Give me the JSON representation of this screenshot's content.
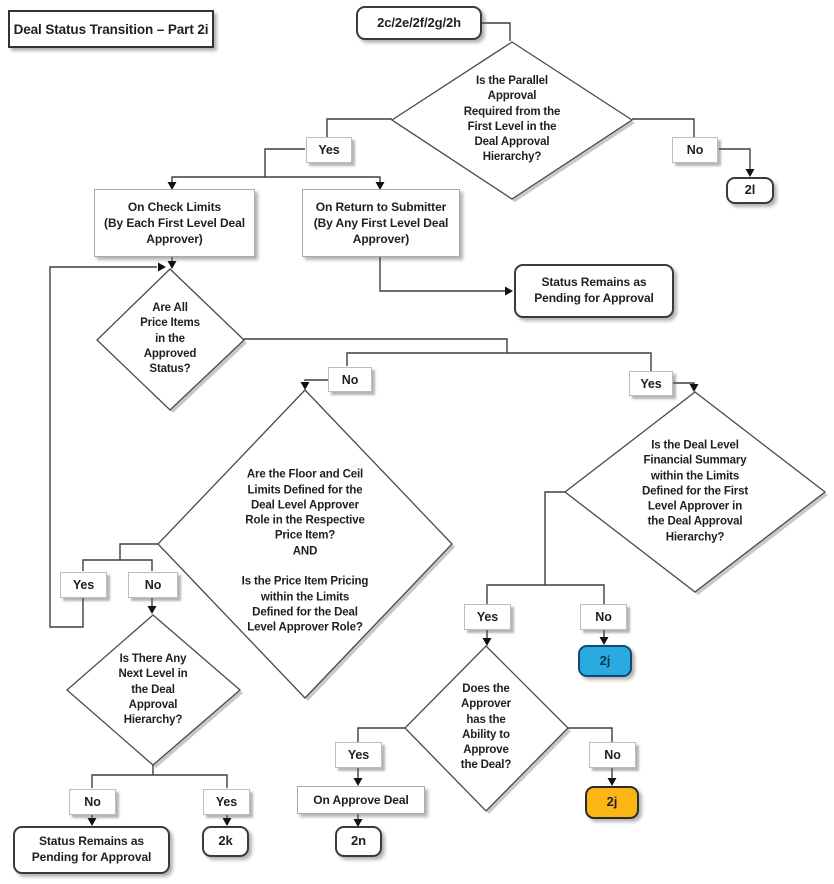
{
  "title": "Deal Status Transition – Part 2i",
  "entry": {
    "label": "2c/2e/2f/2g/2h"
  },
  "decisions": {
    "parallel_approval": "Is the Parallel\nApproval\nRequired from the\nFirst Level in the\nDeal Approval\nHierarchy?",
    "all_price_items": "Are All\nPrice Items\nin the\nApproved\nStatus?",
    "limits_q1": "Are the Floor and Ceil\nLimits Defined for the\nDeal Level Approver\nRole in the Respective\nPrice Item?",
    "limits_and": "AND",
    "limits_q2": "Is the Price Item Pricing\nwithin the Limits\nDefined for the Deal\nLevel Approver Role?",
    "financial_summary": "Is the Deal Level\nFinancial Summary\nwithin the Limits\nDefined for the First\nLevel Approver in\nthe Deal Approval\nHierarchy?",
    "next_level": "Is There Any\nNext Level in\nthe Deal\nApproval\nHierarchy?",
    "ability_to_approve": "Does the\nApprover\nhas the\nAbility to\nApprove\nthe Deal?"
  },
  "processes": {
    "on_check_limits": "On Check Limits\n(By Each First Level Deal\nApprover)",
    "on_return_to_submitter": "On Return to Submitter\n(By Any First Level Deal\nApprover)",
    "on_approve_deal": "On Approve Deal"
  },
  "terminals": {
    "status_pending_top": "Status Remains as\nPending for Approval",
    "status_pending_bottom": "Status Remains as\nPending for Approval",
    "t_2l": "2l",
    "t_2k": "2k",
    "t_2n": "2n",
    "t_2j_blue": "2j",
    "t_2j_orange": "2j"
  },
  "labels": {
    "yes_top": "Yes",
    "no_top": "No",
    "no_mid": "No",
    "yes_mid": "Yes",
    "yes_loop": "Yes",
    "no_loop": "No",
    "no_next": "No",
    "yes_next": "Yes",
    "yes_fin": "Yes",
    "no_fin": "No",
    "yes_approve": "Yes",
    "no_approve": "No"
  },
  "colors": {
    "highlight_blue": "#29ABE2",
    "highlight_orange": "#FBB615",
    "line": "#3f3f3f",
    "node_fill": "#ffffff"
  }
}
